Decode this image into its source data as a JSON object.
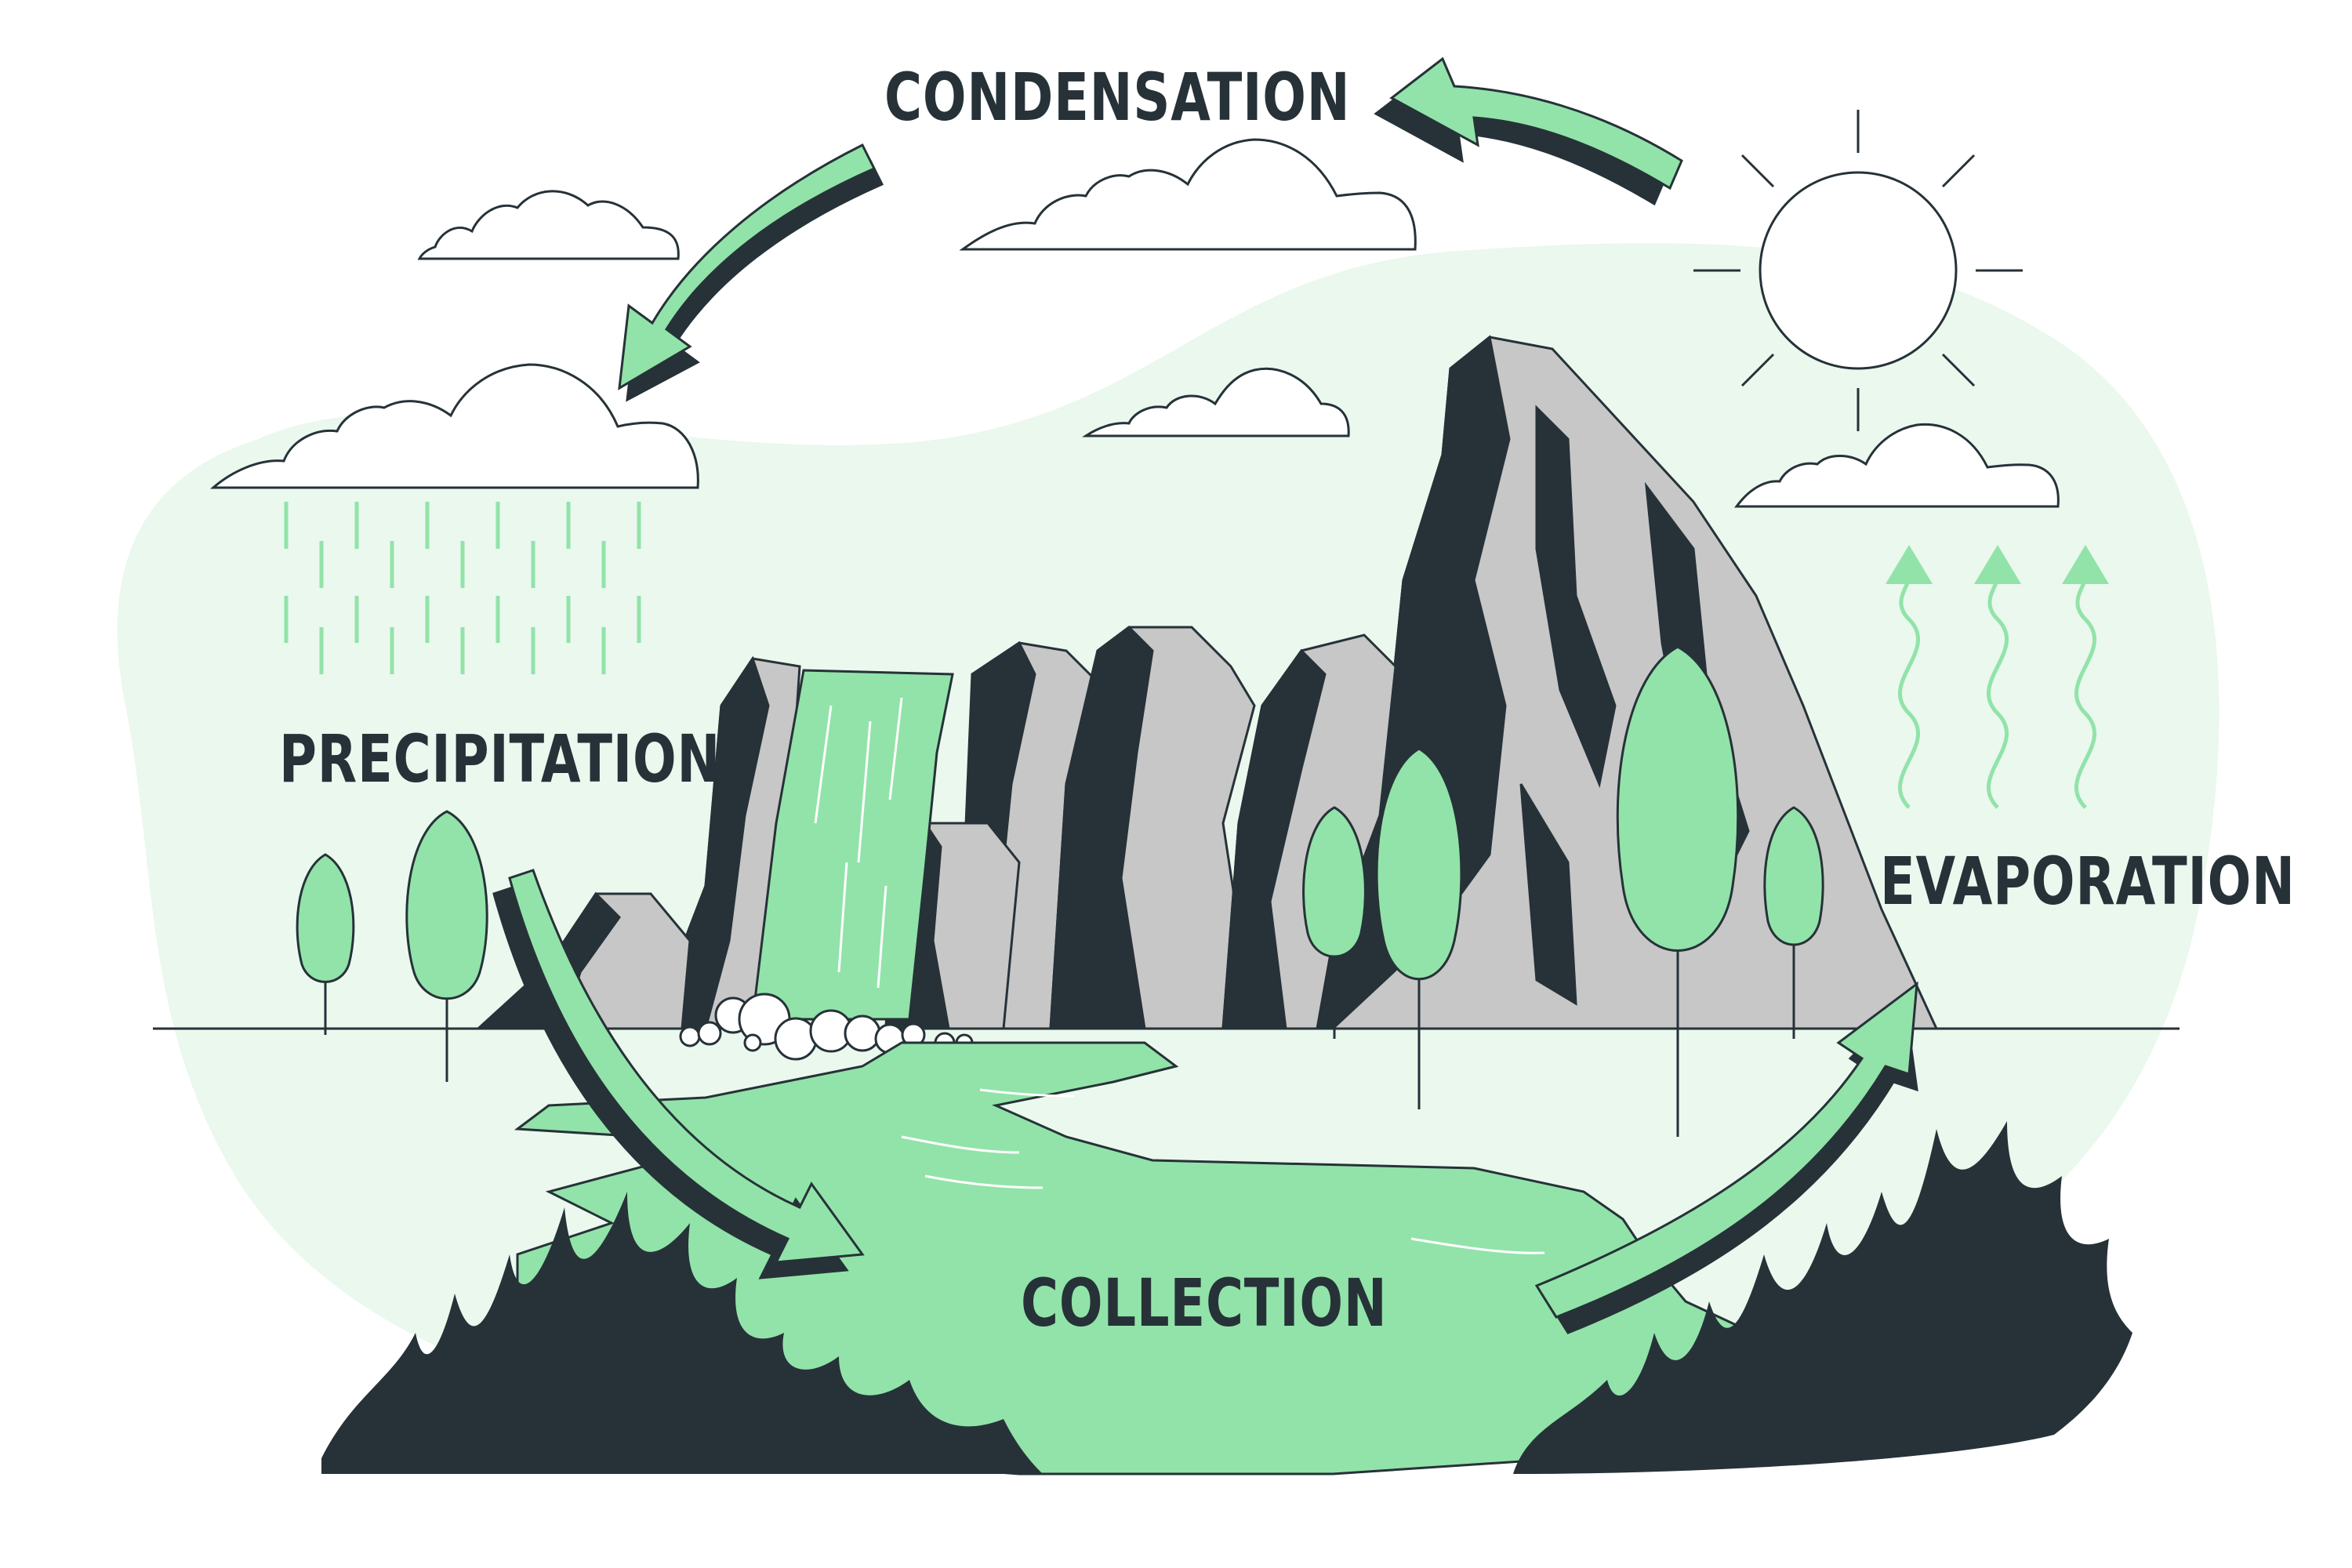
{
  "diagram": {
    "stages": {
      "condensation": "CONDENSATION",
      "precipitation": "PRECIPITATION",
      "evaporation": "EVAPORATION",
      "collection": "COLLECTION"
    },
    "colors": {
      "accent": "#92E3A9",
      "accent_light": "#EAF8EE",
      "dark": "#263238",
      "rock": "#C7C7C7",
      "background": "#FFFFFF"
    },
    "icons": [
      "sun-icon",
      "cloud-icon",
      "tree-icon",
      "arrow-icon",
      "waterfall-icon",
      "mountain-icon",
      "grass-icon"
    ]
  }
}
